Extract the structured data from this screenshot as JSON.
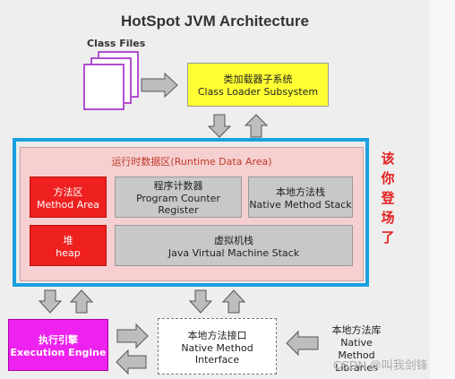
{
  "title": "HotSpot JVM Architecture",
  "class_files": "Class Files",
  "class_loader": {
    "zh": "类加载器子系统",
    "en": "Class Loader Subsystem"
  },
  "runtime_data_area": "运行时数据区(Runtime Data Area)",
  "method_area": {
    "zh": "方法区",
    "en": "Method Area"
  },
  "pc_register": {
    "zh": "程序计数器",
    "en": "Program Counter Register"
  },
  "native_stack": {
    "zh": "本地方法栈",
    "en": "Native Method Stack"
  },
  "heap": {
    "zh": "堆",
    "en": "heap"
  },
  "jvm_stack": {
    "zh": "虚拟机栈",
    "en": "Java Virtual Machine Stack"
  },
  "execution_engine": {
    "zh": "执行引擎",
    "en": "Execution Engine"
  },
  "native_interface": {
    "zh": "本地方法接口",
    "en": "Native Method Interface"
  },
  "native_library": {
    "zh": "本地方法库",
    "en1": "Native Method",
    "en2": "Libraries"
  },
  "side_note": [
    "该",
    "你",
    "登",
    "场",
    "了"
  ],
  "watermark": "CSDN @叫我剑锋",
  "colors": {
    "highlight_border": "#1aa0e0",
    "class_loader_fill": "#ffff33",
    "red_block": "#ee2020",
    "gray_block": "#c8c8c8",
    "execution_engine_fill": "#ee22ee",
    "side_note_text": "#e52020"
  }
}
